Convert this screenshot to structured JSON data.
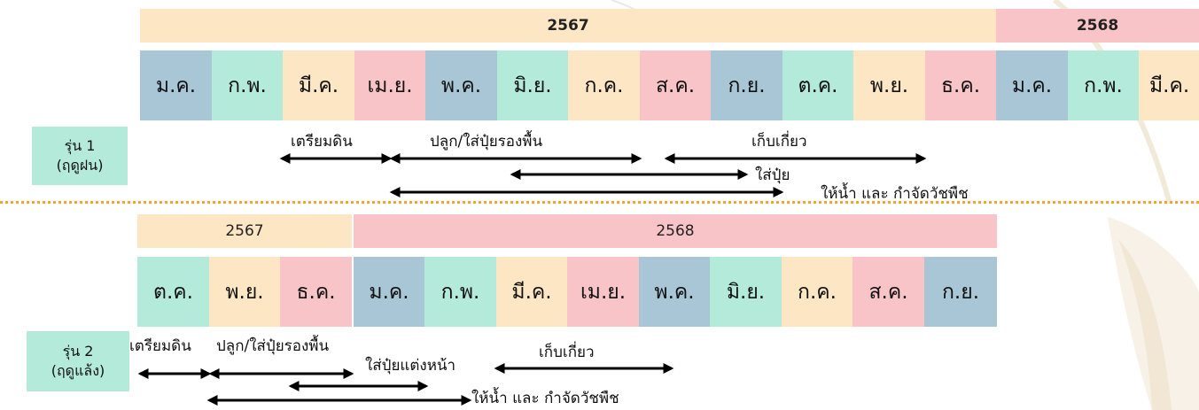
{
  "colors": {
    "year_2567": "#fde6c3",
    "year_2568": "#f9c4c7",
    "gen_label_bg": "#b4ead9",
    "divider": "#f2a531",
    "month_palette": [
      "#a9c6d6",
      "#b4ead9",
      "#fde6c3",
      "#f9c4c7"
    ]
  },
  "section1": {
    "generation_label": {
      "line1": "รุ่น 1",
      "line2": "(ฤดูฝน)"
    },
    "years": [
      {
        "label": "2567",
        "color": "#fde6c3"
      },
      {
        "label": "2568",
        "color": "#f9c4c7"
      }
    ],
    "months": [
      {
        "label": "ม.ค.",
        "color": "#a9c6d6"
      },
      {
        "label": "ก.พ.",
        "color": "#b4ead9"
      },
      {
        "label": "มี.ค.",
        "color": "#fde6c3"
      },
      {
        "label": "เม.ย.",
        "color": "#f9c4c7"
      },
      {
        "label": "พ.ค.",
        "color": "#a9c6d6"
      },
      {
        "label": "มิ.ย.",
        "color": "#b4ead9"
      },
      {
        "label": "ก.ค.",
        "color": "#fde6c3"
      },
      {
        "label": "ส.ค.",
        "color": "#f9c4c7"
      },
      {
        "label": "ก.ย.",
        "color": "#a9c6d6"
      },
      {
        "label": "ต.ค.",
        "color": "#b4ead9"
      },
      {
        "label": "พ.ย.",
        "color": "#fde6c3"
      },
      {
        "label": "ธ.ค.",
        "color": "#f9c4c7"
      },
      {
        "label": "ม.ค.",
        "color": "#a9c6d6"
      },
      {
        "label": "ก.พ.",
        "color": "#b4ead9"
      },
      {
        "label": "มี.ค.",
        "color": "#fde6c3"
      }
    ],
    "activities": [
      {
        "label": "เตรียมดิน"
      },
      {
        "label": "ปลูก/ใส่ปุ๋ยรองพื้น"
      },
      {
        "label": "เก็บเกี่ยว"
      },
      {
        "label": "ใส่ปุ๋ย"
      },
      {
        "label": "ให้น้ำ และ กำจัดวัชพืช"
      }
    ]
  },
  "section2": {
    "generation_label": {
      "line1": "รุ่น 2",
      "line2": "(ฤดูแล้ง)"
    },
    "years": [
      {
        "label": "2567",
        "color": "#fde6c3"
      },
      {
        "label": "2568",
        "color": "#f9c4c7"
      }
    ],
    "months": [
      {
        "label": "ต.ค.",
        "color": "#b4ead9"
      },
      {
        "label": "พ.ย.",
        "color": "#fde6c3"
      },
      {
        "label": "ธ.ค.",
        "color": "#f9c4c7"
      },
      {
        "label": "ม.ค.",
        "color": "#a9c6d6"
      },
      {
        "label": "ก.พ.",
        "color": "#b4ead9"
      },
      {
        "label": "มี.ค.",
        "color": "#fde6c3"
      },
      {
        "label": "เม.ย.",
        "color": "#f9c4c7"
      },
      {
        "label": "พ.ค.",
        "color": "#a9c6d6"
      },
      {
        "label": "มิ.ย.",
        "color": "#b4ead9"
      },
      {
        "label": "ก.ค.",
        "color": "#fde6c3"
      },
      {
        "label": "ส.ค.",
        "color": "#f9c4c7"
      },
      {
        "label": "ก.ย.",
        "color": "#a9c6d6"
      }
    ],
    "activities": [
      {
        "label": "เตรียมดิน"
      },
      {
        "label": "ปลูก/ใส่ปุ๋ยรองพื้น"
      },
      {
        "label": "ใส่ปุ๋ยแต่งหน้า"
      },
      {
        "label": "เก็บเกี่ยว"
      },
      {
        "label": "ให้น้ำ และ กำจัดวัชพืช"
      }
    ]
  }
}
